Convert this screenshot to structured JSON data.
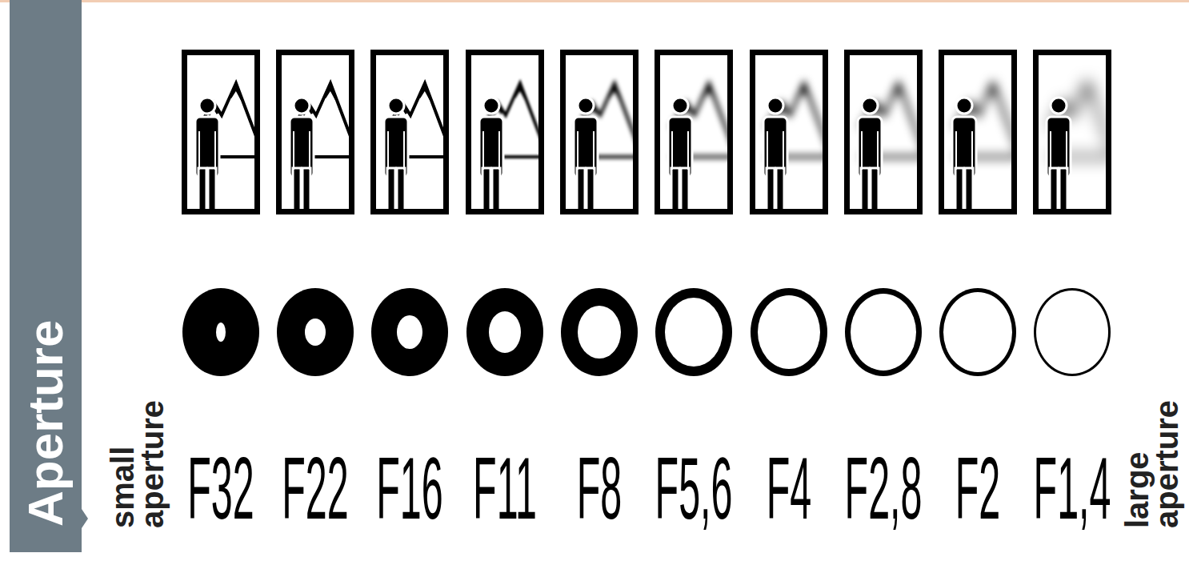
{
  "diagram": {
    "title": "Aperture",
    "labels": [
      "small aperture",
      "F32",
      "F22",
      "F16",
      "F11",
      "F8",
      "F5,6",
      "F4",
      "F2,8",
      "F2",
      "F1,4",
      "large aperture"
    ]
  }
}
